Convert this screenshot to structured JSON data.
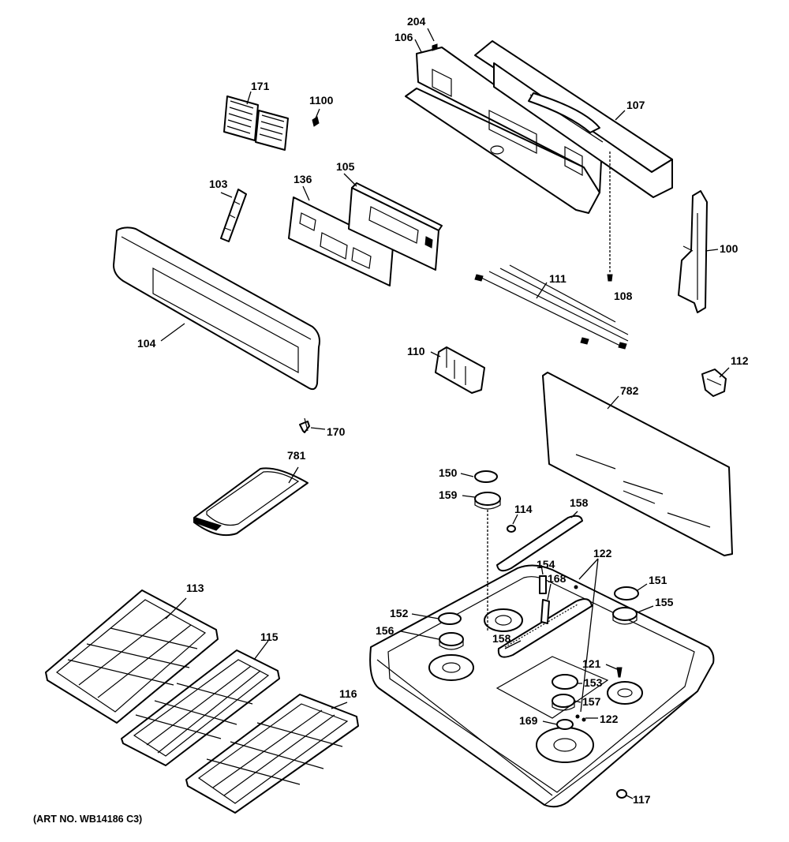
{
  "art_number": "(ART NO. WB14186 C3)",
  "callouts": {
    "c100": "100",
    "c103": "103",
    "c104": "104",
    "c105": "105",
    "c106": "106",
    "c107": "107",
    "c108": "108",
    "c110": "110",
    "c111": "111",
    "c112": "112",
    "c113": "113",
    "c114": "114",
    "c115": "115",
    "c116": "116",
    "c117": "117",
    "c121": "121",
    "c122a": "122",
    "c122b": "122",
    "c136": "136",
    "c150": "150",
    "c151": "151",
    "c152": "152",
    "c153": "153",
    "c154": "154",
    "c155": "155",
    "c156": "156",
    "c157": "157",
    "c158a": "158",
    "c158b": "158",
    "c159": "159",
    "c168": "168",
    "c169": "169",
    "c170": "170",
    "c171": "171",
    "c204": "204",
    "c781": "781",
    "c782": "782",
    "c1100": "1100"
  }
}
